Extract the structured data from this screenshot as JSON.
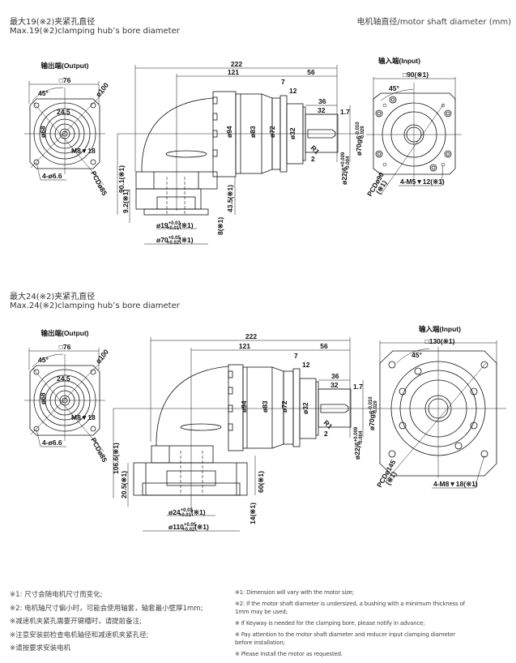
{
  "header_right": "电机轴直径/motor shaft diameter (mm)",
  "sections": [
    {
      "title_cn": "最大19(※2)夹紧孔直径",
      "title_en": "Max.19(※2)clamping hub’s bore diameter",
      "output_view": {
        "title": "输出端(Output)",
        "square": "□76",
        "angle": "45°",
        "bolt_circle": "ø100",
        "key_width": "24.5",
        "pilot": "ø68",
        "thread": "M8▼18",
        "holes": "4-ø6.6",
        "pcd": "PCDø85"
      },
      "side_view": {
        "total_length": "222",
        "length_121": "121",
        "length_56": "56",
        "dim_7": "7",
        "dim_12": "12",
        "dim_36": "36",
        "dim_32": "32",
        "dim_1_7": "1.7",
        "radius": "R1",
        "dim_2": "2",
        "d94": "ø94",
        "d83": "ø83",
        "d72": "ø72",
        "d32": "ø32",
        "shaft": {
          "base": "ø22j6",
          "upper": "+0.009",
          "lower": "-0.004"
        },
        "spigot": {
          "base": "ø70g6",
          "upper": "-0.010",
          "lower": "-0.029"
        },
        "height_total": "90.1(※1)",
        "height_low": "9.2(※1)",
        "height_side": "43.5(※1)",
        "height_bottom": "8(※1)",
        "bore": {
          "base": "ø19",
          "upper": "+0.03",
          "lower": "+0.01",
          "note": "(※1)"
        },
        "flange": {
          "base": "ø70",
          "upper": "+0.05",
          "lower": "+0.02",
          "note": "(※1)"
        }
      },
      "input_view": {
        "title": "输入端(Input)",
        "square": "□90(※1)",
        "angle": "45°",
        "holes": "4-M5▼12(※1)",
        "pcd": "PCDø90",
        "pcd_note": "(※1)"
      }
    },
    {
      "title_cn": "最大24(※2)夹紧孔直径",
      "title_en": "Max.24(※2)clamping hub’s bore diameter",
      "output_view": {
        "title": "输出端(Output)",
        "square": "□76",
        "angle": "45°",
        "bolt_circle": "ø100",
        "key_width": "24.5",
        "pilot": "ø68",
        "thread": "M8▼18",
        "holes": "4-ø6.6",
        "pcd": "PCDø85"
      },
      "side_view": {
        "total_length": "222",
        "length_121": "121",
        "length_56": "56",
        "dim_7": "7",
        "dim_12": "12",
        "dim_36": "36",
        "dim_32": "32",
        "dim_1_7": "1.7",
        "radius": "R1",
        "dim_2": "2",
        "d94": "ø94",
        "d83": "ø83",
        "d72": "ø72",
        "d32": "ø32",
        "shaft": {
          "base": "ø22j6",
          "upper": "+0.009",
          "lower": "-0.004"
        },
        "spigot": {
          "base": "ø70g6",
          "upper": "-0.010",
          "lower": "-0.029"
        },
        "height_total": "106.6(※1)",
        "height_low": "20.5(※1)",
        "height_side": "60(※1)",
        "height_bottom": "14(※1)",
        "bore": {
          "base": "ø24",
          "upper": "+0.03",
          "lower": "+0.01",
          "note": "(※1)"
        },
        "flange": {
          "base": "ø110",
          "upper": "+0.05",
          "lower": "+0.02",
          "note": "(※1)"
        }
      },
      "input_view": {
        "title": "输入端(Input)",
        "square": "□130(※1)",
        "angle": "45°",
        "holes": "4-M8▼18(※1)",
        "pcd": "PCDø145",
        "pcd_note": "(※1)"
      }
    }
  ],
  "notes_cn": [
    "※1: 尺寸会随电机尺寸而变化;",
    "※2: 电机轴尺寸偏小时，可能会使用轴套，轴套最小壁厚1mm;",
    "※减速机夹紧孔需要开键槽时，请提前备注;",
    "※注意安装前检查电机轴径和减速机夹紧孔径;",
    "※请按要求安装电机"
  ],
  "notes_en": [
    "※1: Dimension will vary with the motor size;",
    "※2: If the motor shaft diameter is undersized, a bushing with a minimum thickness of 1mm may be used;",
    "※ If Keyway is needed for the clamping bore, please notify in advance;",
    "※ Pay attention to the motor shaft diameter and reducer input clamping diameter before installation;",
    "※ Please install the motor as requested."
  ]
}
